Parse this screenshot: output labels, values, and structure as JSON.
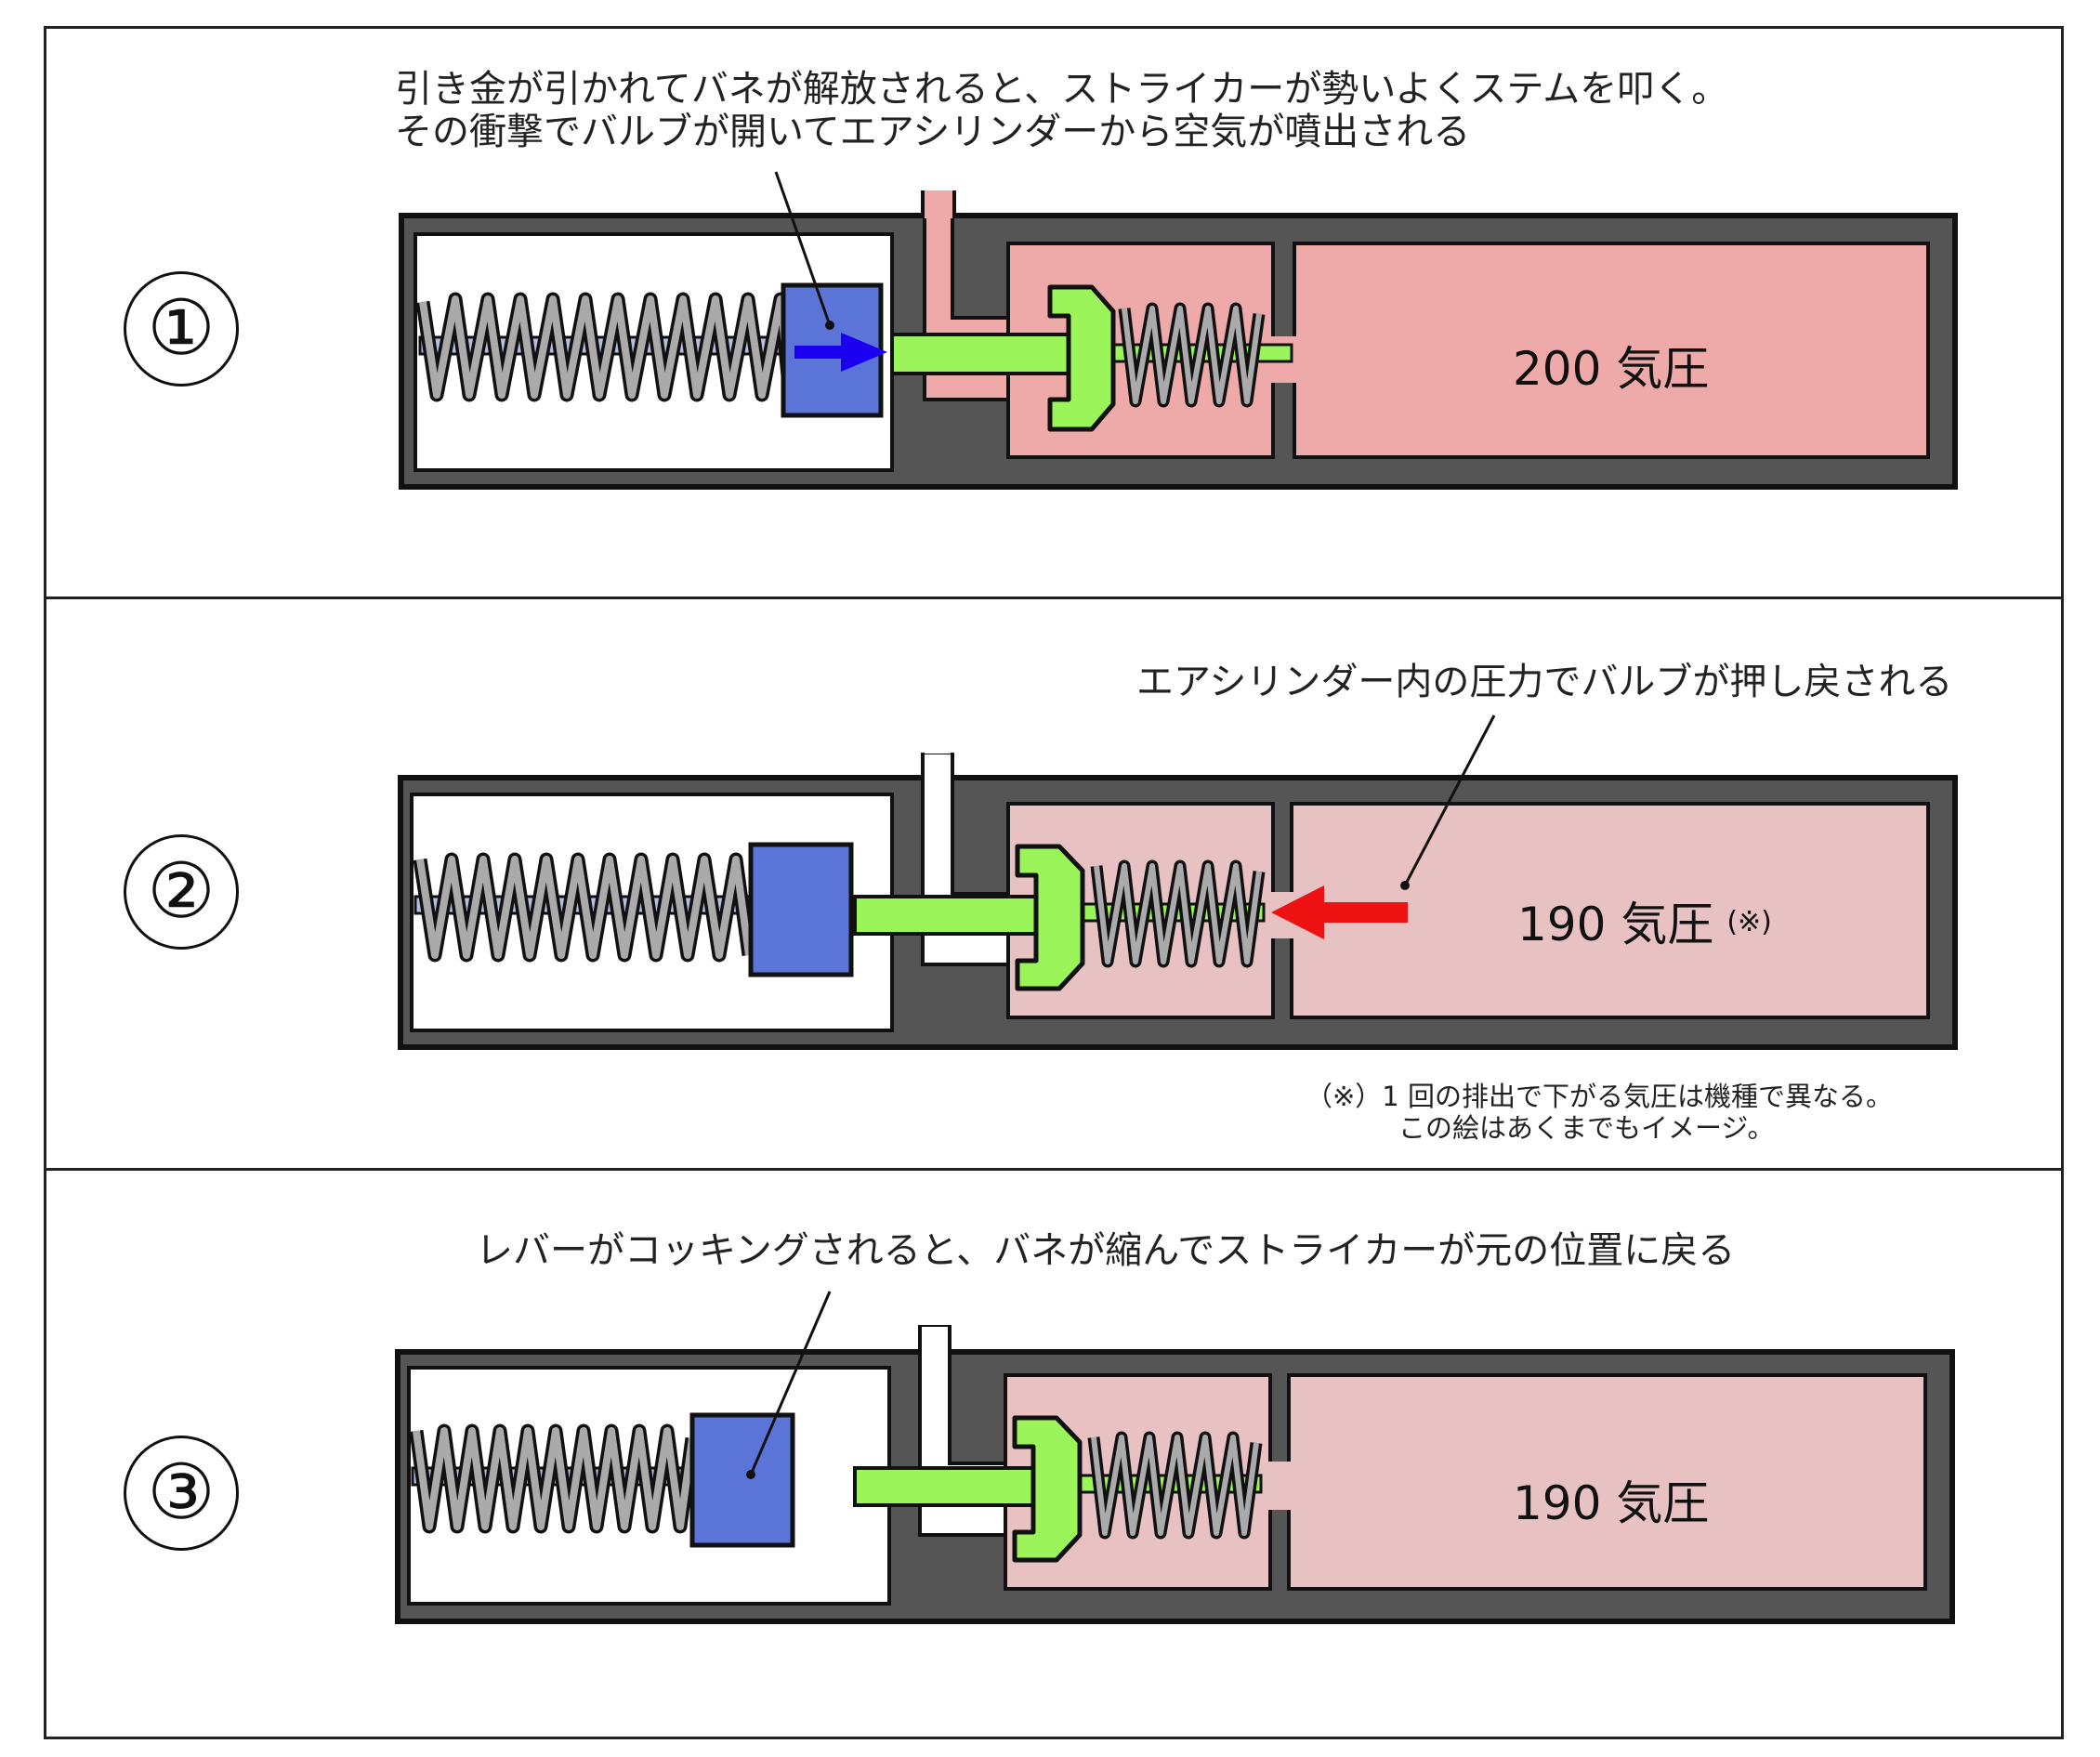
{
  "panels": [
    {
      "number": "①",
      "caption_line1": "引き金が引かれてバネが解放されると、ストライカーが勢いよくステムを叩く。",
      "caption_line2": "その衝撃でバルブが開いてエアシリンダーから空気が噴出される",
      "pressure": "200 気圧"
    },
    {
      "number": "②",
      "caption_line1": "エアシリンダー内の圧力でバルブが押し戻される",
      "pressure": "190 気圧",
      "pressure_mark": "(※)",
      "note_line1": "（※）1 回の排出で下がる気圧は機種で異なる。",
      "note_line2": "この絵はあくまでもイメージ。"
    },
    {
      "number": "③",
      "caption_line1": "レバーがコッキングされると、バネが縮んでストライカーが元の位置に戻る",
      "pressure": "190 気圧"
    }
  ],
  "colors": {
    "body": "#555555",
    "outline": "#111111",
    "striker": "#5B74D8",
    "valve": "#9BF55A",
    "spring": "#AAAAAA",
    "guide_rod": "#B5BFE6",
    "air_high": "#EEA9A9",
    "air_low": "#E8C2C2",
    "arrow_blue": "#1B00F0",
    "arrow_red": "#EE1111"
  }
}
